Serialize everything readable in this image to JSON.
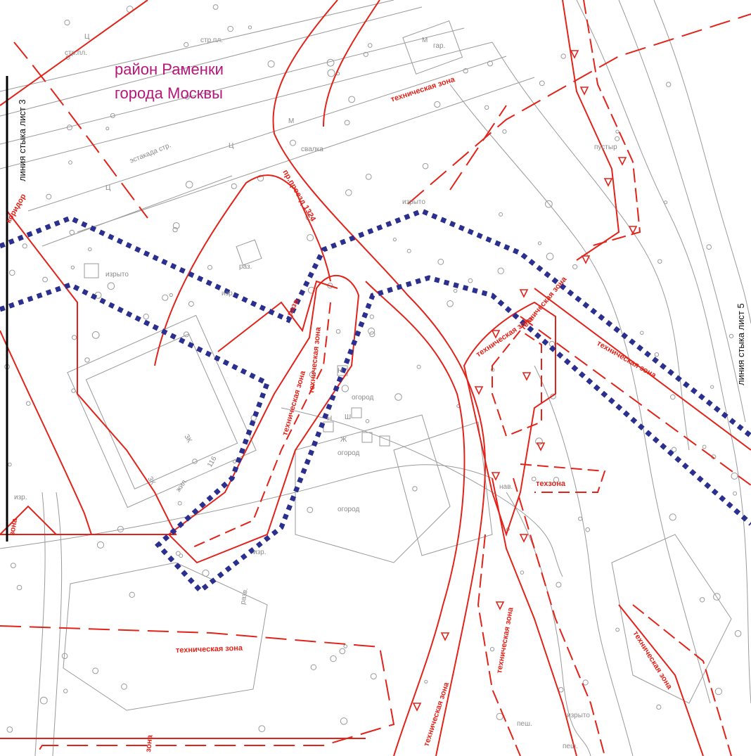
{
  "title": {
    "line1": "район Раменки",
    "line2": "города Москвы"
  },
  "sheet_join": {
    "left": "линия стыка лист 3",
    "right": "линия стыка лист 5"
  },
  "colors": {
    "district_text": "#b5167a",
    "zone_red": "#e2231a",
    "boundary_blue": "#2b2f8e",
    "base_gray": "#9a9a9a",
    "sheet_line": "#000000"
  },
  "zone_labels": [
    "техническая зона",
    "техническая зона",
    "техническая зона",
    "техническая зона",
    "техническая зона",
    "техническая зона",
    "техническая зона",
    "техническая зона",
    "техзона",
    "техническая зона",
    "техническая зона",
    "зона",
    "зона",
    "коридор"
  ],
  "road_labels": [
    "пр.проезд 1324",
    "разв."
  ],
  "base_labels": [
    "стр.пл.",
    "стр.пл.",
    "эстакада стр.",
    "свалка",
    "пустыр",
    "изрыто",
    "изрыто",
    "огород",
    "огород",
    "огород",
    "изр.",
    "изр.",
    "изр.",
    "раз.",
    "нав.",
    "пеш.",
    "пеш.",
    "изрыто",
    "разв.",
    "3К",
    "3К",
    "жил.",
    "гар.",
    "116",
    "Ц",
    "Ц",
    "Ц",
    "М",
    "М",
    "Н",
    "Н",
    "Ж",
    "Ш"
  ]
}
